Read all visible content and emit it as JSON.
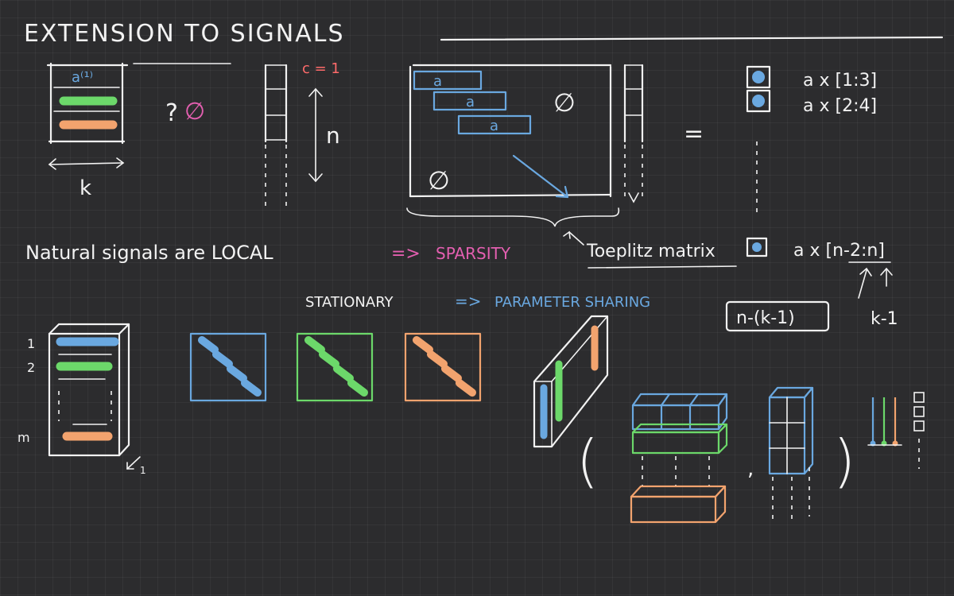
{
  "title": "EXTENSION TO SIGNALS",
  "filter_panel": {
    "label_a1": "a⁽¹⁾",
    "question": "?",
    "empty_symbol": "∅",
    "width_label": "k"
  },
  "signal_vector": {
    "channel_label": "c = 1",
    "length_label": "n"
  },
  "toeplitz": {
    "row_label": "a",
    "zero_symbol": "∅",
    "caption": "Toeplitz matrix"
  },
  "equals": "=",
  "outputs": {
    "row1": "a x [1:3]",
    "row2": "a x [2:4]",
    "last": "a x [n-2:n]",
    "count_label": "n-(k-1)",
    "k_minus_1": "k-1"
  },
  "principles": {
    "natural": "Natural signals are LOCAL",
    "arrow1": "=>",
    "sparsity": "SPARSITY",
    "stationary": "STATIONARY",
    "arrow2": "=>",
    "param_sharing": "PARAMETER SHARING"
  },
  "filter_bank": {
    "row_labels": [
      "1",
      "2",
      "m"
    ],
    "depth_label": "1"
  },
  "brackets": {
    "open": "(",
    "comma": ",",
    "close": ")"
  },
  "colors": {
    "blue": "#6aa8e0",
    "green": "#6cd86a",
    "orange": "#f2a36e",
    "pink": "#e35fb0",
    "red": "#ff6b6b",
    "white": "#f2f2f2"
  }
}
